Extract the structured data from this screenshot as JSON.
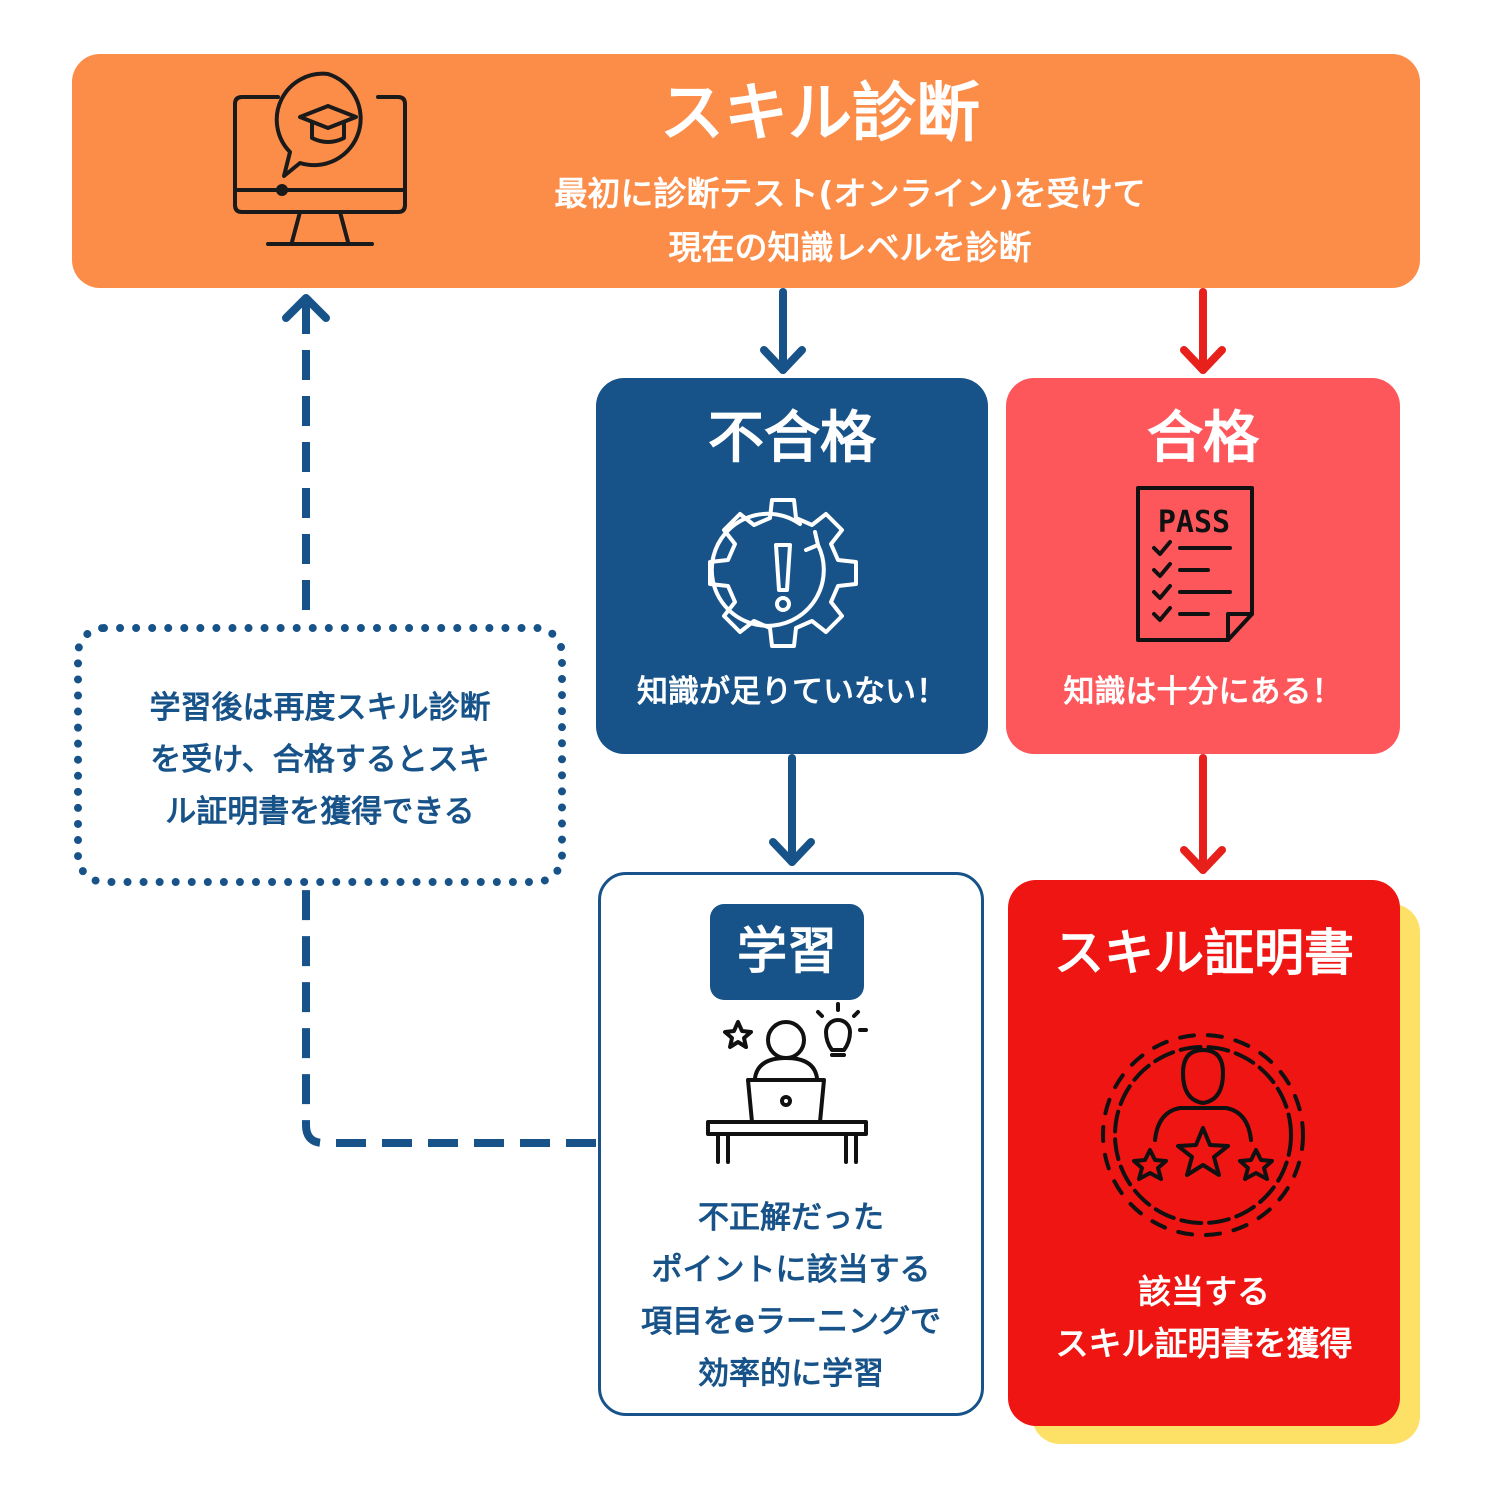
{
  "skill_check": {
    "title": "スキル診断",
    "desc_line1": "最初に診断テスト(オンライン)を受けて",
    "desc_line2": "現在の知識レベルを診断",
    "color": "#fb8d49"
  },
  "fail": {
    "title": "不合格",
    "desc": "知識が足りていない！",
    "color": "#175389"
  },
  "pass": {
    "title": "合格",
    "desc": "知識は十分にある！",
    "icon_text": "PASS",
    "color": "#fd575b"
  },
  "study": {
    "label": "学習",
    "lines": [
      "不正解だった",
      "ポイントに該当する",
      "項目をeラーニングで",
      "効率的に学習"
    ],
    "color": "#175389"
  },
  "certificate": {
    "title": "スキル証明書",
    "lines": [
      "該当する",
      "スキル証明書を獲得"
    ],
    "color": "#ee1512",
    "shadow_color": "#fde066"
  },
  "note": {
    "lines": [
      "学習後は再度スキル診断",
      "を受け、合格するとスキ",
      "ル証明書を獲得できる"
    ]
  },
  "icons": {
    "top": "monitor-graduation-cap-icon",
    "fail": "gear-exclamation-icon",
    "pass": "pass-checklist-icon",
    "study": "person-laptop-idea-icon",
    "certificate": "gear-person-stars-icon"
  }
}
